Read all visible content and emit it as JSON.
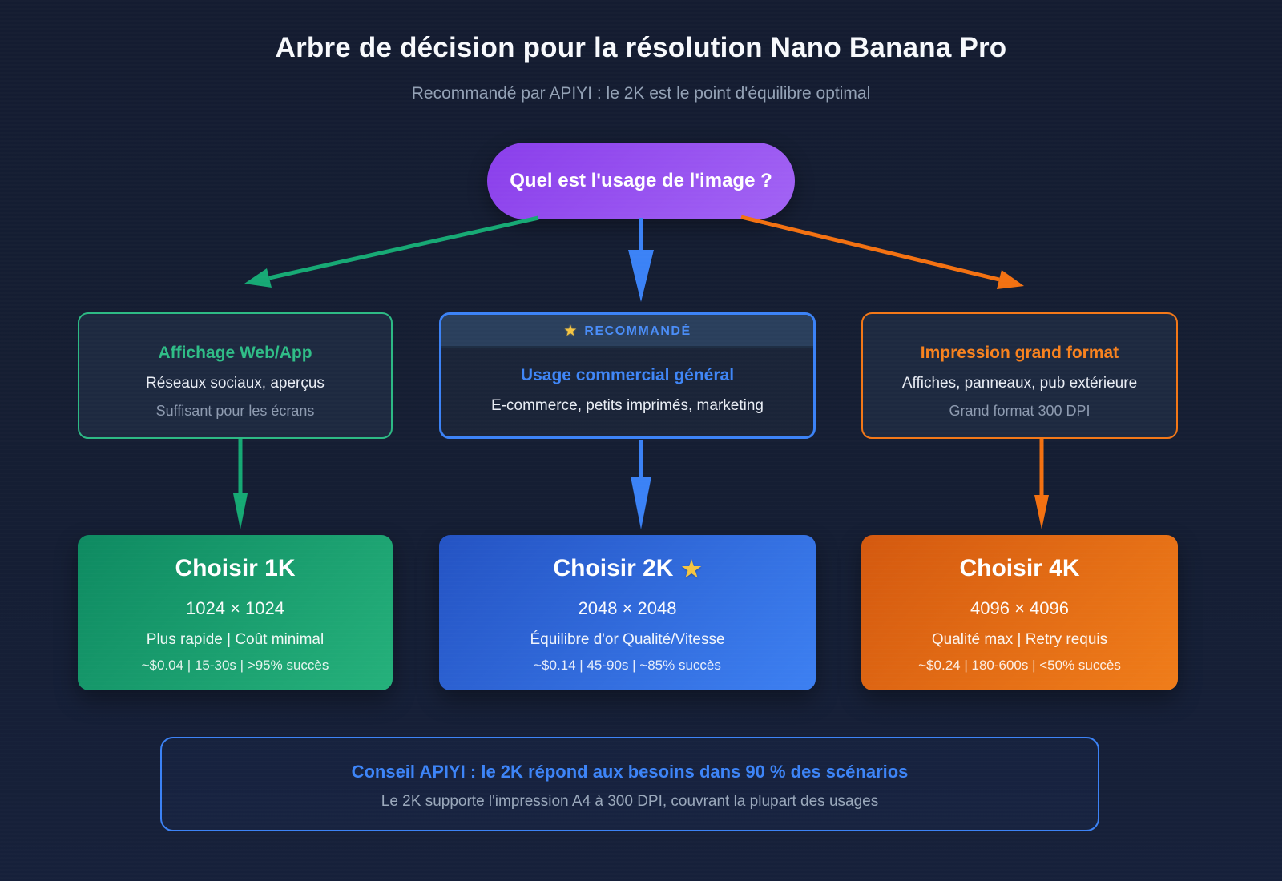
{
  "page": {
    "title": "Arbre de décision pour la résolution Nano Banana Pro",
    "subtitle": "Recommandé par APIYI : le 2K est le point d'équilibre optimal"
  },
  "root": {
    "question": "Quel est l'usage de l'image ?"
  },
  "branches": [
    {
      "id": "web-app",
      "color": "#2cb984",
      "criteria": {
        "title": "Affichage Web/App",
        "line1": "Réseaux sociaux, aperçus",
        "line2": "Suffisant pour les écrans"
      },
      "result": {
        "title": "Choisir 1K",
        "resolution": "1024 × 1024",
        "traits": "Plus rapide | Coût minimal",
        "stats": "~$0.04 | 15-30s | >95% succès"
      }
    },
    {
      "id": "commercial",
      "color": "#3b82f6",
      "badge_icon": "★",
      "badge": "RECOMMANDÉ",
      "criteria": {
        "title": "Usage commercial général",
        "line1": "E-commerce, petits imprimés, marketing"
      },
      "result": {
        "title": "Choisir 2K",
        "title_icon": "★",
        "resolution": "2048 × 2048",
        "traits": "Équilibre d'or Qualité/Vitesse",
        "stats": "~$0.14 | 45-90s | ~85% succès"
      }
    },
    {
      "id": "grand-format",
      "color": "#f37716",
      "criteria": {
        "title": "Impression grand format",
        "line1": "Affiches, panneaux, pub extérieure",
        "line2": "Grand format 300 DPI"
      },
      "result": {
        "title": "Choisir 4K",
        "resolution": "4096 × 4096",
        "traits": "Qualité max | Retry requis",
        "stats": "~$0.24 | 180-600s | <50% succès"
      }
    }
  ],
  "advice": {
    "title": "Conseil APIYI : le 2K répond aux besoins dans 90 % des scénarios",
    "subtitle": "Le 2K supporte l'impression A4 à 300 DPI, couvrant la plupart des usages"
  },
  "colors": {
    "background": "#151e33",
    "root_gradient_start": "#8a3eeb",
    "root_gradient_end": "#a263f4",
    "green": "#2cb984",
    "blue": "#3b82f6",
    "orange": "#f37716",
    "star_gold": "#f5c542",
    "muted_text": "#8e9bb0"
  }
}
